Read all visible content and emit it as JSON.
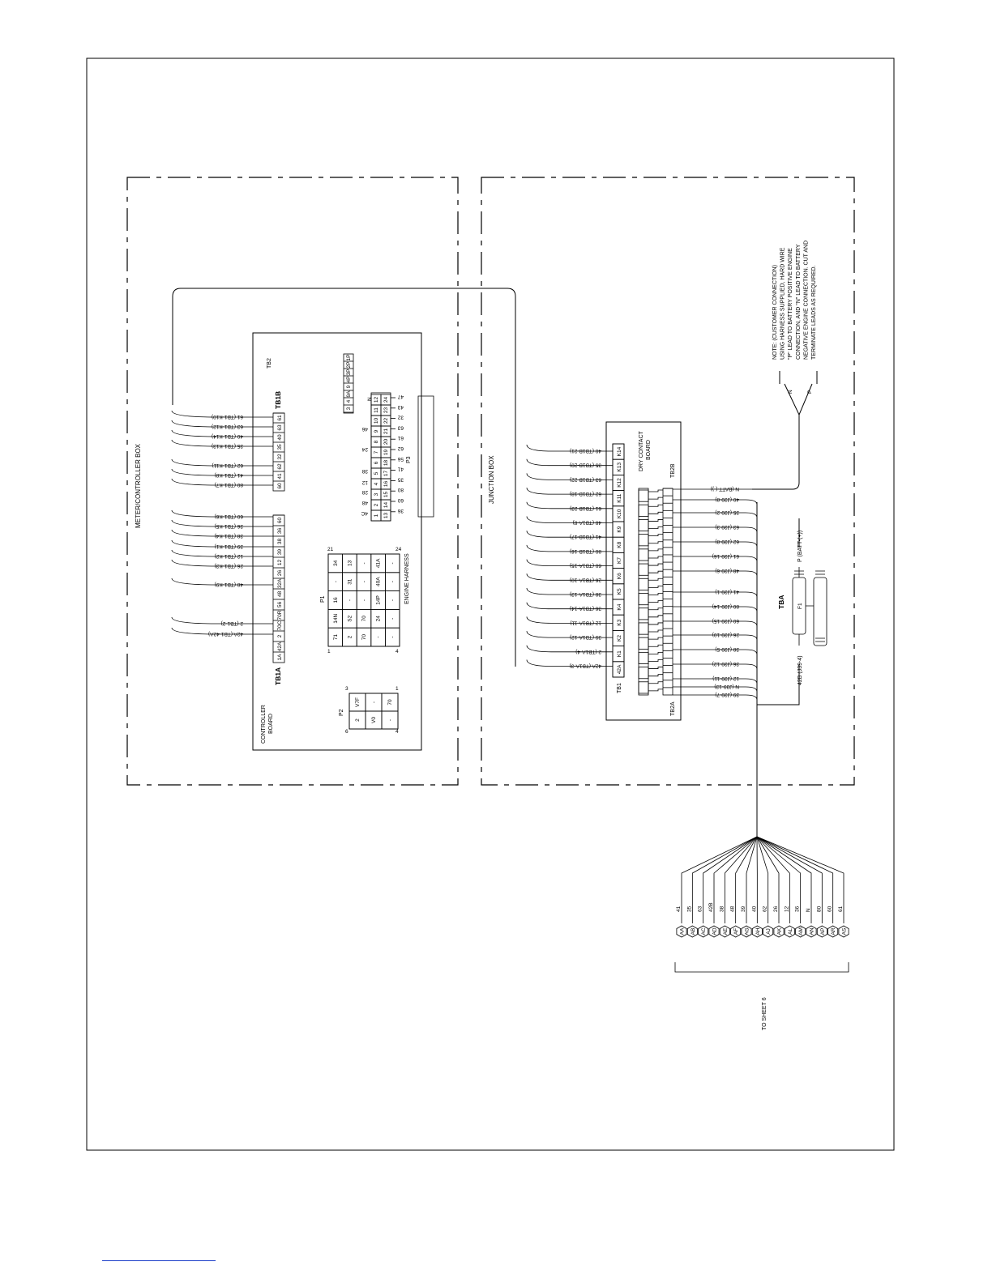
{
  "meter_box": {
    "title": "METER/CONTROLLER BOX"
  },
  "junction_box": {
    "title": "JUNCTION BOX"
  },
  "controller": {
    "title_line1": "CONTROLLER",
    "title_line2": "BOARD",
    "tb1a": "TB1A",
    "tb1b": "TB1B",
    "tb2": "TB2",
    "tb1a_terms": [
      "1A",
      "42A",
      "2",
      "70C",
      "70R",
      "56",
      "48",
      "32A",
      "26",
      "12",
      "39",
      "38",
      "36",
      "60"
    ],
    "tb1a_wires": [
      "42A (TB1-42A)",
      "2 (TB1-2)",
      "48 (TB1-K9)",
      "26 (TB1-K3)",
      "12 (TB1-K2)",
      "39 (TB1-K1)",
      "38 (TB1-K4)",
      "36 (TB1-K5)",
      "60 (TB1-K6)"
    ],
    "tb1b_terms": [
      "60",
      "41",
      "62",
      "32",
      "35",
      "40",
      "63",
      "61"
    ],
    "tb1b_wires": [
      "80 (TB1-K7)",
      "41 (TB1-K8)",
      "62 (TB1-K11)",
      "35 (TB1-K13)",
      "40 (TB1-K14)",
      "63 (TB1-K12)",
      "61 (TB1-K10)"
    ],
    "tb2_terms": [
      "1P",
      "2P",
      "3P",
      "4P",
      "9",
      "9A",
      "4",
      "3"
    ],
    "p1": {
      "label": "P1",
      "harness": "ENGINE HARNESS",
      "pin_tl": "1",
      "pin_tr": "21",
      "pin_bl": "4",
      "pin_br": "24",
      "rows": [
        [
          "71",
          "14N",
          "16",
          "-",
          "34"
        ],
        [
          "2",
          "S2",
          "-",
          "31",
          "13"
        ],
        [
          "70",
          "70",
          "-",
          "-",
          "-"
        ],
        [
          "-",
          "24",
          "14P",
          "40A",
          "41A"
        ],
        [
          "-",
          "-",
          "-",
          "-",
          "-"
        ]
      ]
    },
    "p2": {
      "label": "P2",
      "pin_tl": "6",
      "pin_tr": "3",
      "pin_bl": "4",
      "pin_br": "1",
      "rows": [
        [
          "2",
          "V7F"
        ],
        [
          "V0",
          "-"
        ],
        [
          "-",
          "70"
        ]
      ]
    },
    "p3": {
      "label": "P3",
      "left_top": "N",
      "wires": [
        "47",
        "43",
        "32",
        "63",
        "61",
        "62",
        "56",
        "41",
        "35",
        "80",
        "60",
        "36"
      ],
      "wires2": [
        "46",
        "24",
        "38",
        "12",
        "28",
        "48",
        "4C"
      ],
      "grid": [
        [
          "1",
          "2",
          "3",
          "4",
          "5",
          "6",
          "7",
          "8",
          "9",
          "10",
          "11",
          "12"
        ],
        [
          "13",
          "14",
          "15",
          "16",
          "17",
          "18",
          "19",
          "20",
          "21",
          "22",
          "23",
          "24"
        ]
      ]
    }
  },
  "dry_contact": {
    "title_line1": "DRY CONTACT",
    "title_line2": "BOARD",
    "tb1": "TB1",
    "tb2a": "TB2A",
    "tb2b": "TB2B",
    "k_labels": [
      "K14",
      "K13",
      "K12",
      "K11",
      "K10",
      "K9",
      "K8",
      "K7",
      "K6",
      "K5",
      "K4",
      "K3",
      "K2",
      "K1",
      "42A"
    ],
    "left_wires": [
      "40 (TB1B-21)",
      "35 (TB1B-20)",
      "63 (TB1B-22)",
      "62 (TB1B-18)",
      "61 (TB1B-23)",
      "48 (TB1A-8)",
      "41 (TB1B-17)",
      "80 (TB1B-16)",
      "60 (TB1A-15)",
      "26 (TB1A-10)",
      "38 (TB1A-13)",
      "36 (TB1A-14)",
      "12 (TB1A-11)",
      "39 (TB1A-12)",
      "2 (TB1A-4)",
      "42A (TB1A-3)"
    ],
    "right_wires": [
      "N (BATT-(-))",
      "40 (J39-8)",
      "35 (J39-2)",
      "63 (J39-3)",
      "62 (J39-8)",
      "61 (J39-16)",
      "48 (J39-6)",
      "41 (J39-1)",
      "80 (J39-14)",
      "60 (J39-15)",
      "26 (J39-10)",
      "38 (J39-5)",
      "36 (J39-12)",
      "12 (J39-11)",
      "N (J39-13)",
      "39 (J39-7)"
    ]
  },
  "tba": {
    "label": "TBA",
    "fuse": "F1",
    "p_lead": "P (BATT-(+))",
    "bottom_lead": "42B (J39-4)",
    "n": "N",
    "p": "P"
  },
  "note": {
    "lines": [
      "NOTE: (CUSTOMER CONNECTION)",
      "USING HARNESS SUPPLIED, HARD WIRE",
      "\"P\" LEAD TO BATTERY POSITIVE ENGINE",
      "CONNECTION, AND \"N\" LEAD TO BATTERY",
      "NEGATIVE ENGINE CONNECTION. CUT AND",
      "TERMINATE LEADS AS REQUIRED."
    ]
  },
  "connectors": {
    "codes": [
      "AA",
      "AB",
      "AC",
      "AD",
      "AE",
      "AF",
      "AG",
      "AH",
      "AJ",
      "AK",
      "AL",
      "AM",
      "AN",
      "AP",
      "AR",
      "AS"
    ],
    "wires": [
      "41",
      "35",
      "63",
      "42B",
      "38",
      "48",
      "39",
      "40",
      "62",
      "26",
      "12",
      "36",
      "N",
      "80",
      "60",
      "61"
    ],
    "to_sheet": "TO SHEET 6"
  }
}
